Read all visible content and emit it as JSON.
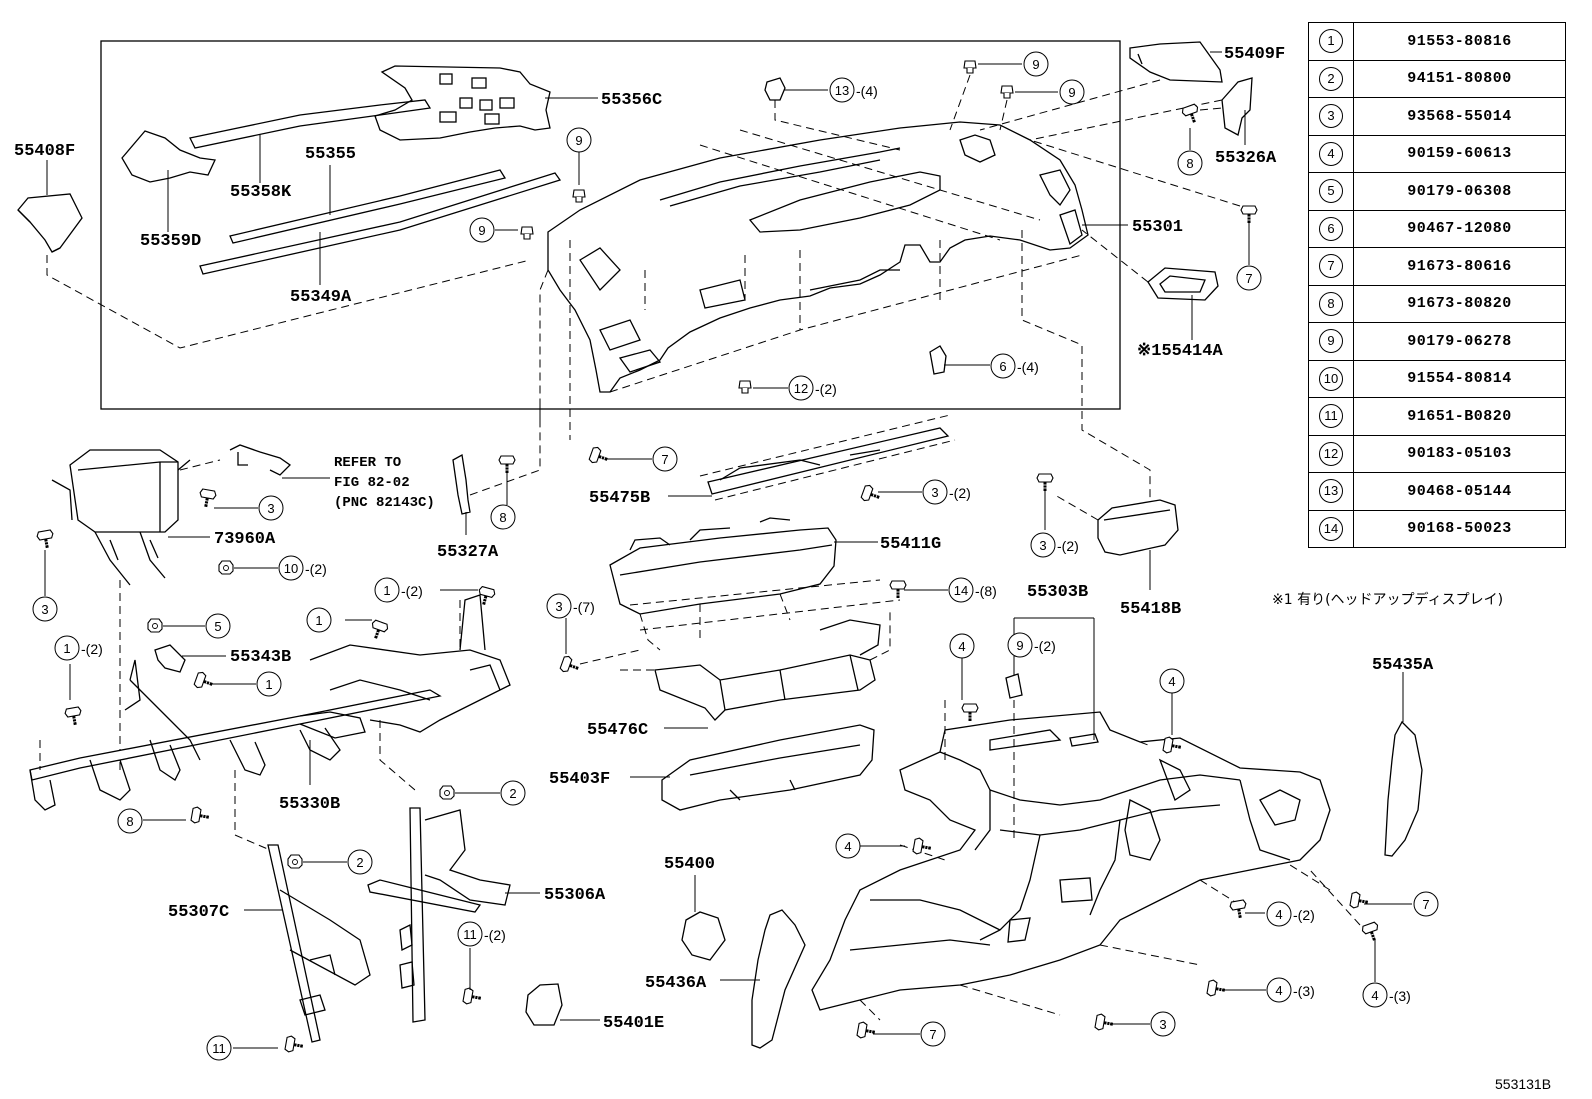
{
  "legend": [
    {
      "num": "1",
      "part": "91553-80816"
    },
    {
      "num": "2",
      "part": "94151-80800"
    },
    {
      "num": "3",
      "part": "93568-55014"
    },
    {
      "num": "4",
      "part": "90159-60613"
    },
    {
      "num": "5",
      "part": "90179-06308"
    },
    {
      "num": "6",
      "part": "90467-12080"
    },
    {
      "num": "7",
      "part": "91673-80616"
    },
    {
      "num": "8",
      "part": "91673-80820"
    },
    {
      "num": "9",
      "part": "90179-06278"
    },
    {
      "num": "10",
      "part": "91554-80814"
    },
    {
      "num": "11",
      "part": "91651-B0820"
    },
    {
      "num": "12",
      "part": "90183-05103"
    },
    {
      "num": "13",
      "part": "90468-05144"
    },
    {
      "num": "14",
      "part": "90168-50023"
    }
  ],
  "labels": {
    "p55408F": "55408F",
    "p55359D": "55359D",
    "p55358K": "55358K",
    "p55355": "55355",
    "p55349A": "55349A",
    "p55356C": "55356C",
    "p55409F": "55409F",
    "p55326A": "55326A",
    "p55301": "55301",
    "p55414A": "※155414A",
    "p73960A": "73960A",
    "p55327A": "55327A",
    "p55343B": "55343B",
    "p55330B": "55330B",
    "p55307C": "55307C",
    "p55306A": "55306A",
    "p55475B": "55475B",
    "p55411G": "55411G",
    "p55476C": "55476C",
    "p55403F": "55403F",
    "p55400": "55400",
    "p55436A": "55436A",
    "p55401E": "55401E",
    "p55418B": "55418B",
    "p55303B": "55303B",
    "p55435A": "55435A",
    "refer1": "REFER TO",
    "refer2": "FIG 82-02",
    "refer3": "(PNC 82143C)"
  },
  "callouts": {
    "c13": "13",
    "q13": "-(4)",
    "c9a": "9",
    "c9b": "9",
    "c9c": "9",
    "c9d": "9",
    "c8a": "8",
    "c7a": "7",
    "c6": "6",
    "q6": "-(4)",
    "c12": "12",
    "q12": "-(2)",
    "c3a": "3",
    "c3b": "3",
    "c10": "10",
    "q10": "-(2)",
    "c8b": "8",
    "c7b": "7",
    "c3c": "3",
    "q3c": "-(2)",
    "c3d": "3",
    "q3d": "-(2)",
    "c1a": "1",
    "q1a": "-(2)",
    "c1b": "1",
    "c5": "5",
    "c1c": "1",
    "c1d": "1",
    "q1d": "-(2)",
    "c3e": "3",
    "q3e": "-(7)",
    "c14": "14",
    "q14": "-(8)",
    "c9e": "9",
    "q9e": "-(2)",
    "c4a": "4",
    "c4b": "4",
    "c2a": "2",
    "c8c": "8",
    "c2b": "2",
    "c11a": "11",
    "q11a": "-(2)",
    "c11b": "11",
    "c4c": "4",
    "c7c": "7",
    "c4d": "4",
    "q4d": "-(2)",
    "c4e": "4",
    "q4e": "-(3)",
    "c4f": "4",
    "q4f": "-(3)",
    "c3f": "3",
    "c7d": "7"
  },
  "note": "※1 有り(ヘッドアップディスプレイ)",
  "figure_code": "553131B"
}
